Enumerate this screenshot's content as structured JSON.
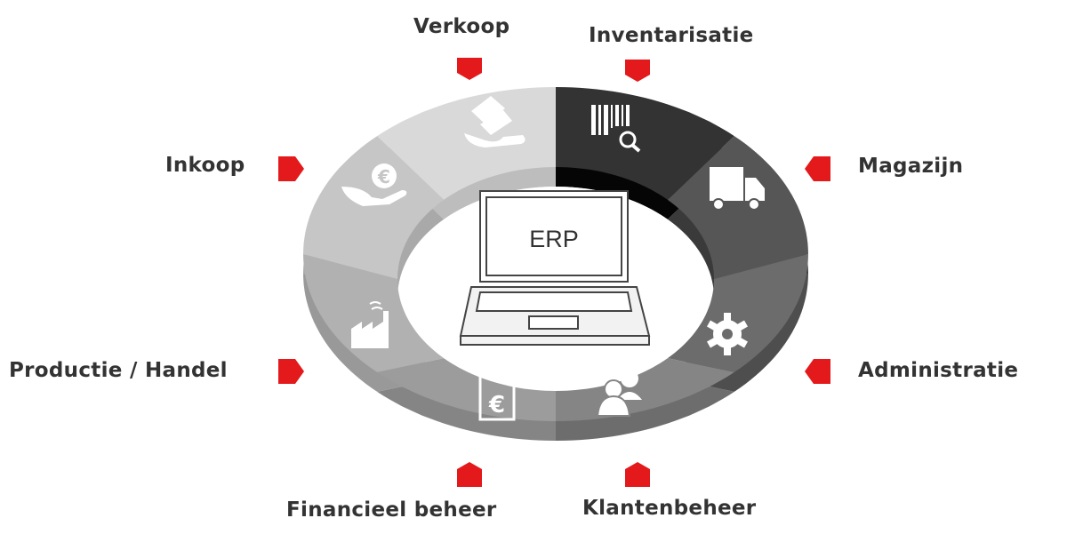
{
  "center": {
    "label": "ERP"
  },
  "accent_color": "#e3191b",
  "segments": [
    {
      "id": "verkoop",
      "label": "Verkoop",
      "icon": "hand-cards-icon",
      "color": "#d9d9d9",
      "side": "#bdbdbd"
    },
    {
      "id": "inventarisatie",
      "label": "Inventarisatie",
      "icon": "barcode-search-icon",
      "color": "#333333",
      "side": "#050505"
    },
    {
      "id": "magazijn",
      "label": "Magazijn",
      "icon": "truck-icon",
      "color": "#565656",
      "side": "#3a3a3a"
    },
    {
      "id": "administratie",
      "label": "Administratie",
      "icon": "gear-icon",
      "color": "#6c6c6c",
      "side": "#4e4e4e"
    },
    {
      "id": "klantenbeheer",
      "label": "Klantenbeheer",
      "icon": "users-icon",
      "color": "#858585",
      "side": "#6d6d6d"
    },
    {
      "id": "financieel",
      "label": "Financieel beheer",
      "icon": "euro-document-icon",
      "color": "#9c9c9c",
      "side": "#858585"
    },
    {
      "id": "productie",
      "label": "Productie / Handel",
      "icon": "factory-icon",
      "color": "#b1b1b1",
      "side": "#999999"
    },
    {
      "id": "inkoop",
      "label": "Inkoop",
      "icon": "hand-euro-icon",
      "color": "#c6c6c6",
      "side": "#a9a9a9"
    }
  ]
}
